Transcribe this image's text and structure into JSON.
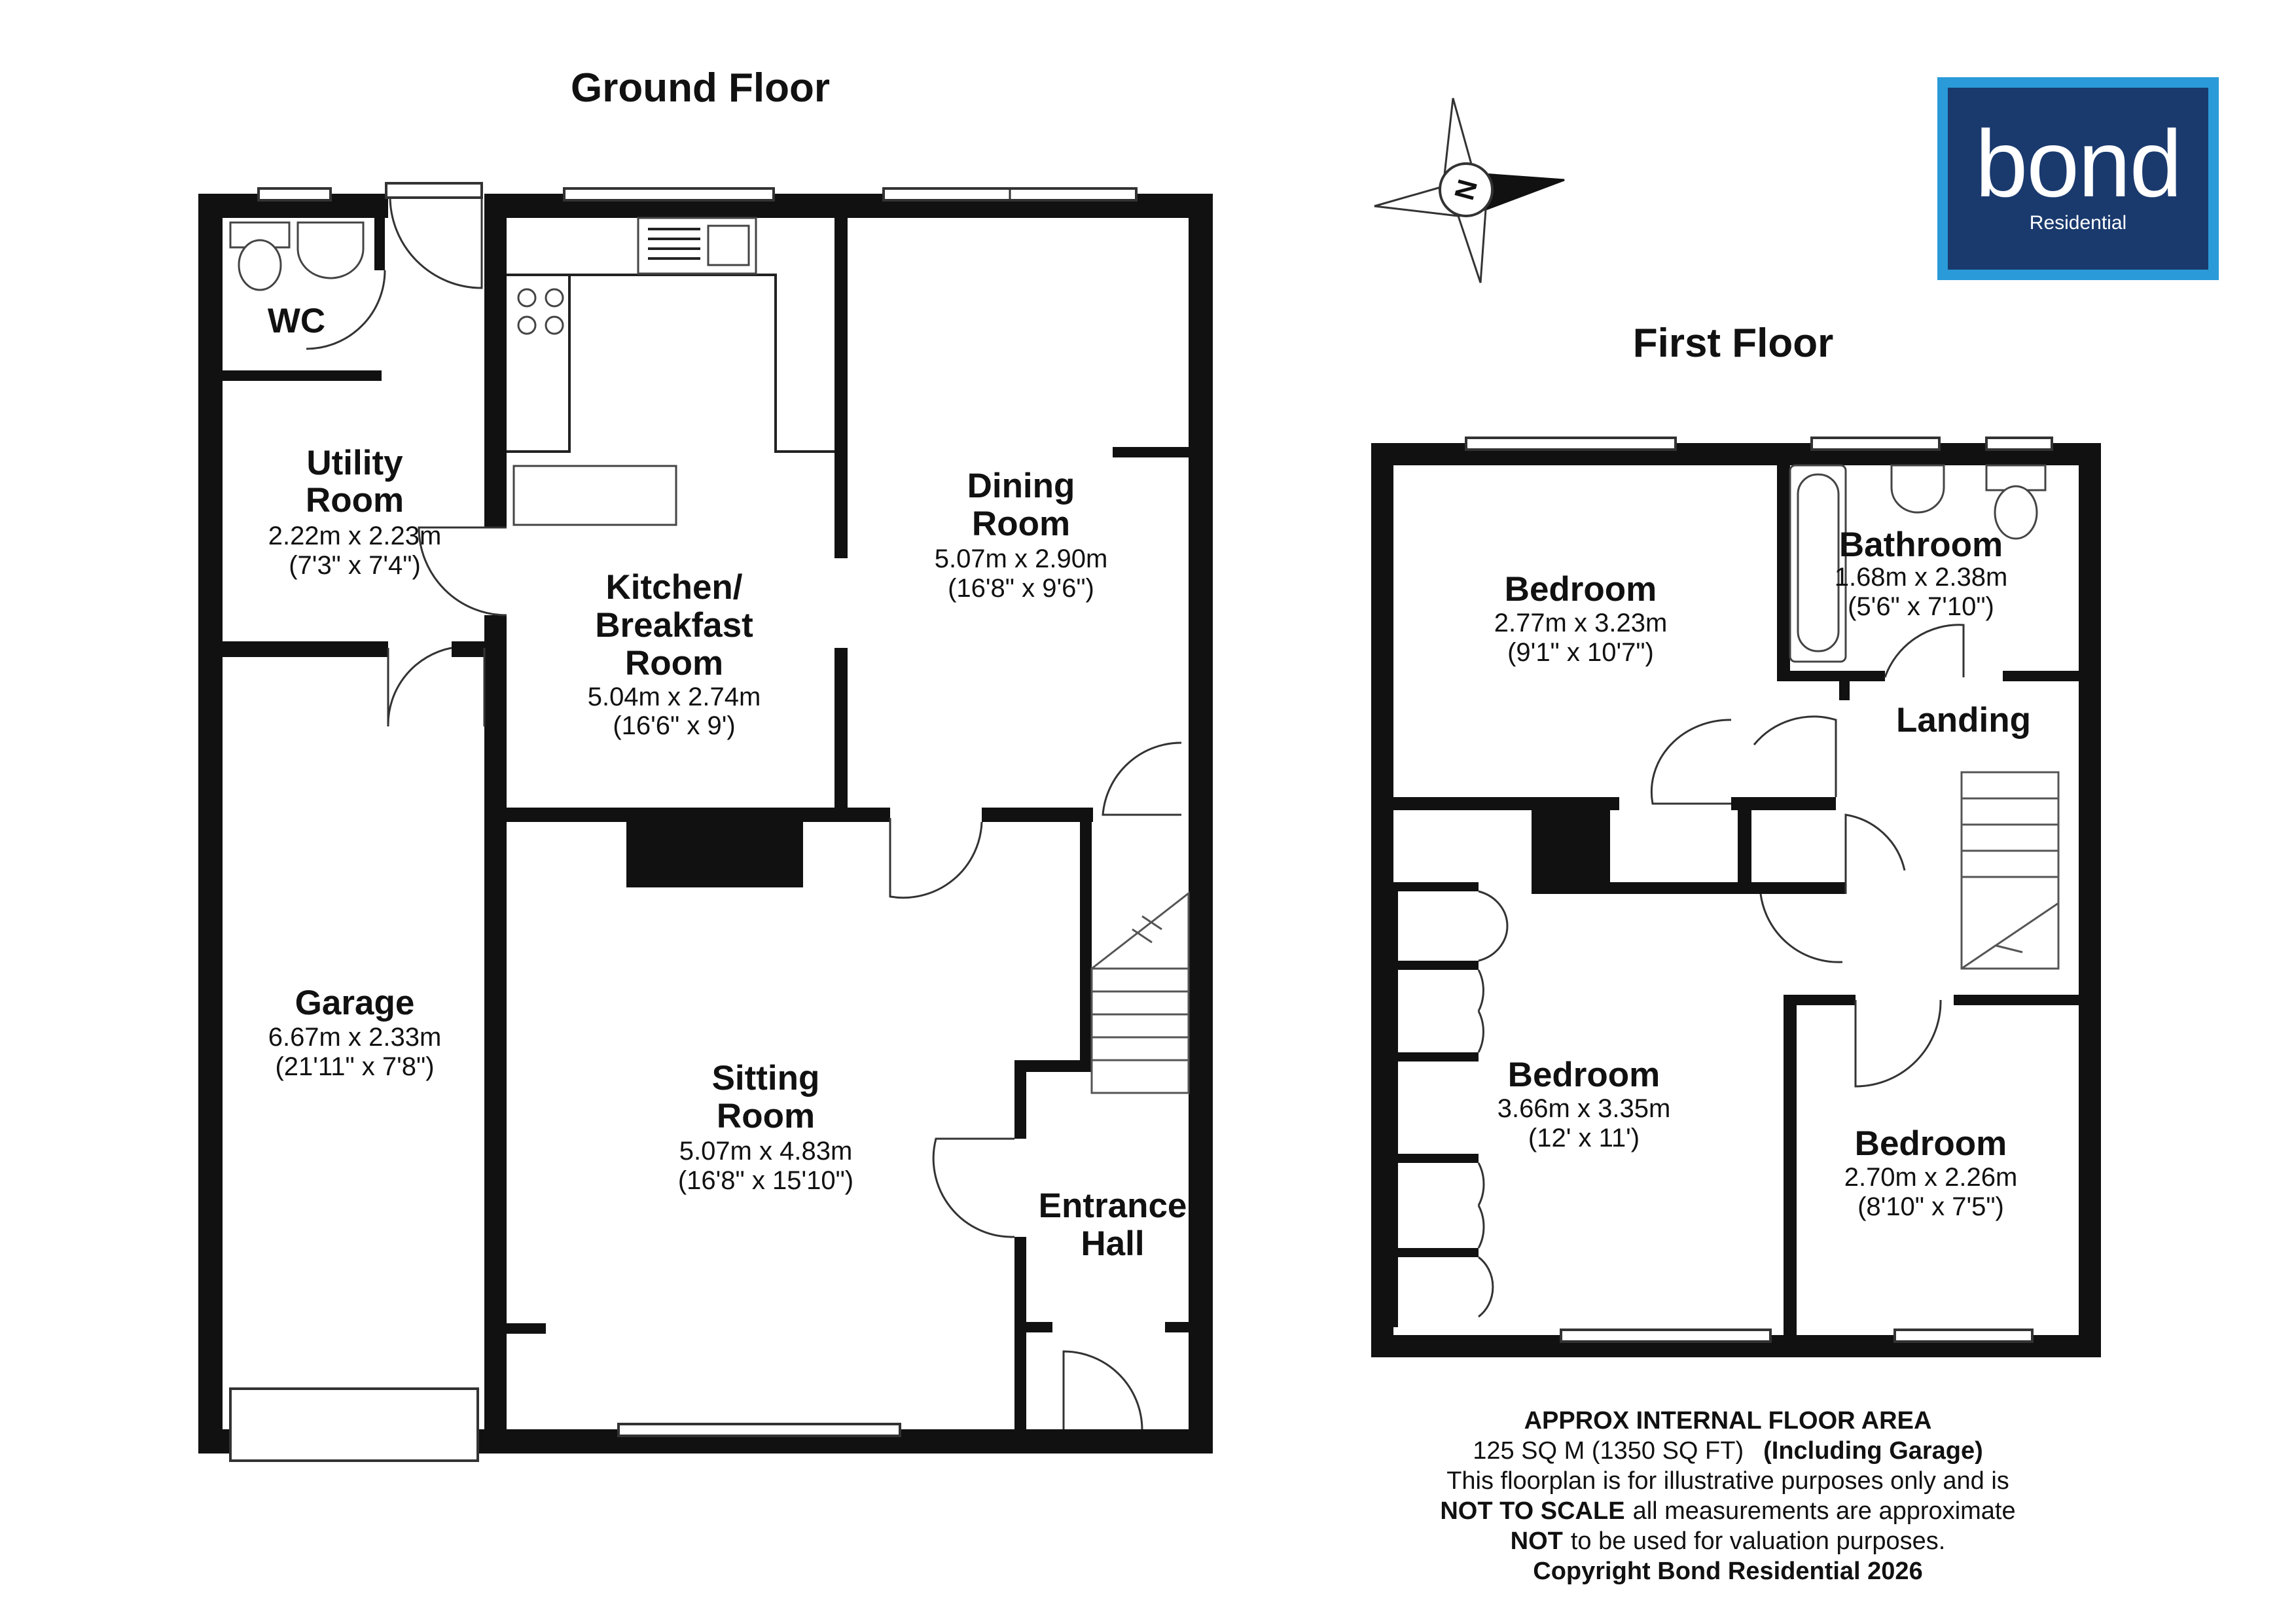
{
  "ground_floor": {
    "title": "Ground Floor",
    "rooms": {
      "wc": {
        "name": "WC"
      },
      "utility": {
        "name_line1": "Utility",
        "name_line2": "Room",
        "dim_metric": "2.22m x 2.23m",
        "dim_imperial": "(7'3\" x 7'4\")"
      },
      "kitchen": {
        "name_line1": "Kitchen/",
        "name_line2": "Breakfast",
        "name_line3": "Room",
        "dim_metric": "5.04m x 2.74m",
        "dim_imperial": "(16'6\" x 9')"
      },
      "dining": {
        "name_line1": "Dining",
        "name_line2": "Room",
        "dim_metric": "5.07m x 2.90m",
        "dim_imperial": "(16'8\" x 9'6\")"
      },
      "garage": {
        "name": "Garage",
        "dim_metric": "6.67m x 2.33m",
        "dim_imperial": "(21'11\" x 7'8\")"
      },
      "sitting": {
        "name_line1": "Sitting",
        "name_line2": "Room",
        "dim_metric": "5.07m x 4.83m",
        "dim_imperial": "(16'8\" x 15'10\")"
      },
      "entrance": {
        "name_line1": "Entrance",
        "name_line2": "Hall"
      }
    }
  },
  "first_floor": {
    "title": "First Floor",
    "rooms": {
      "bedroom_1": {
        "name": "Bedroom",
        "dim_metric": "2.77m x 3.23m",
        "dim_imperial": "(9'1\" x 10'7\")"
      },
      "bathroom": {
        "name": "Bathroom",
        "dim_metric": "1.68m x 2.38m",
        "dim_imperial": "(5'6\" x 7'10\")"
      },
      "landing": {
        "name": "Landing"
      },
      "bedroom_2": {
        "name": "Bedroom",
        "dim_metric": "3.66m x 3.35m",
        "dim_imperial": "(12' x 11')"
      },
      "bedroom_3": {
        "name": "Bedroom",
        "dim_metric": "2.70m x 2.26m",
        "dim_imperial": "(8'10\" x 7'5\")"
      }
    }
  },
  "compass": {
    "letter": "N",
    "icon": "compass-rose-icon"
  },
  "logo": {
    "brand": "bond",
    "tagline": "Residential",
    "color": "#1a3a6e",
    "border_color": "#2a9ad8"
  },
  "notes": {
    "line1": "APPROX INTERNAL FLOOR AREA",
    "line2_a": "125 SQ M (1350 SQ FT)",
    "line2_b": "(Including Garage)",
    "line3": "This floorplan is for illustrative purposes only and is",
    "line4_bold": "NOT TO SCALE",
    "line4_rest": "all measurements are approximate",
    "line5_bold": "NOT",
    "line5_rest": "to be used for valuation purposes.",
    "line6": "Copyright Bond Residential 2026"
  },
  "colors": {
    "wall": "#111111",
    "background": "#ffffff"
  }
}
